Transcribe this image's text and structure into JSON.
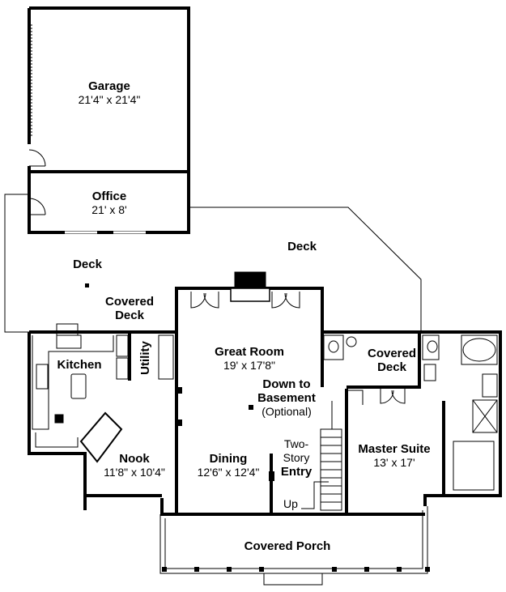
{
  "rooms": {
    "garage": {
      "name": "Garage",
      "dims": "21'4\" x 21'4\""
    },
    "office": {
      "name": "Office",
      "dims": "21' x 8'"
    },
    "deck_left": "Deck",
    "deck_right": "Deck",
    "covered_deck_left": {
      "line1": "Covered",
      "line2": "Deck"
    },
    "covered_deck_right": {
      "line1": "Covered",
      "line2": "Deck"
    },
    "kitchen": {
      "name": "Kitchen"
    },
    "utility": {
      "name": "Utility"
    },
    "great_room": {
      "name": "Great Room",
      "dims": "19' x 17'8\""
    },
    "down_basement": {
      "line1": "Down to",
      "line2": "Basement",
      "line3": "(Optional)"
    },
    "nook": {
      "name": "Nook",
      "dims": "11'8\" x 10'4\""
    },
    "dining": {
      "name": "Dining",
      "dims": "12'6\" x 12'4\""
    },
    "entry": {
      "line1": "Two-",
      "line2": "Story",
      "line3": "Entry"
    },
    "stair_up": "Up",
    "master_suite": {
      "name": "Master Suite",
      "dims": "13' x 17'"
    },
    "covered_porch": {
      "name": "Covered Porch"
    }
  }
}
